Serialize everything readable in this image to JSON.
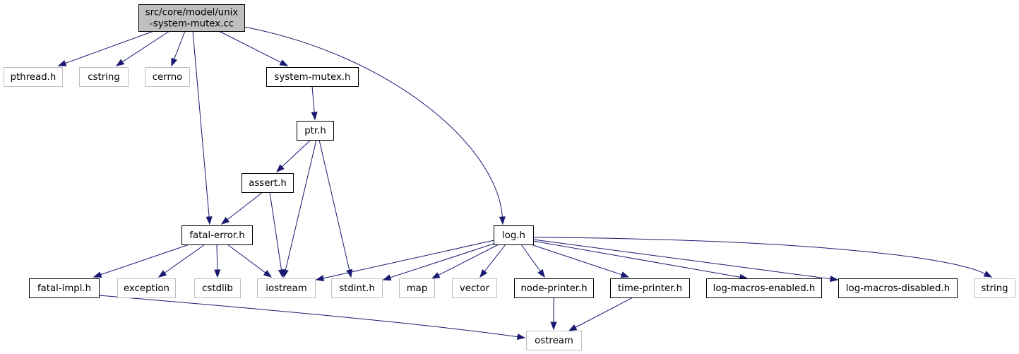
{
  "colors": {
    "edge": "#191970",
    "root_fill": "#bfbfbf",
    "local_border": "#000000",
    "system_border": "#bfbfbf"
  },
  "nodes": [
    {
      "id": "root",
      "kind": "root",
      "lines": [
        "src/core/model/unix",
        "-system-mutex.cc"
      ]
    },
    {
      "id": "pthread",
      "kind": "system",
      "lines": [
        "pthread.h"
      ]
    },
    {
      "id": "cstring",
      "kind": "system",
      "lines": [
        "cstring"
      ]
    },
    {
      "id": "cerrno",
      "kind": "system",
      "lines": [
        "cerrno"
      ]
    },
    {
      "id": "system_mutex",
      "kind": "local",
      "lines": [
        "system-mutex.h"
      ]
    },
    {
      "id": "ptr",
      "kind": "local",
      "lines": [
        "ptr.h"
      ]
    },
    {
      "id": "assert",
      "kind": "local",
      "lines": [
        "assert.h"
      ]
    },
    {
      "id": "fatal_error",
      "kind": "local",
      "lines": [
        "fatal-error.h"
      ]
    },
    {
      "id": "log",
      "kind": "local",
      "lines": [
        "log.h"
      ]
    },
    {
      "id": "fatal_impl",
      "kind": "local",
      "lines": [
        "fatal-impl.h"
      ]
    },
    {
      "id": "exception",
      "kind": "system",
      "lines": [
        "exception"
      ]
    },
    {
      "id": "cstdlib",
      "kind": "system",
      "lines": [
        "cstdlib"
      ]
    },
    {
      "id": "iostream",
      "kind": "system",
      "lines": [
        "iostream"
      ]
    },
    {
      "id": "stdint",
      "kind": "system",
      "lines": [
        "stdint.h"
      ]
    },
    {
      "id": "map",
      "kind": "system",
      "lines": [
        "map"
      ]
    },
    {
      "id": "vector",
      "kind": "system",
      "lines": [
        "vector"
      ]
    },
    {
      "id": "node_printer",
      "kind": "local",
      "lines": [
        "node-printer.h"
      ]
    },
    {
      "id": "time_printer",
      "kind": "local",
      "lines": [
        "time-printer.h"
      ]
    },
    {
      "id": "log_macros_enabled",
      "kind": "local",
      "lines": [
        "log-macros-enabled.h"
      ]
    },
    {
      "id": "log_macros_disabled",
      "kind": "local",
      "lines": [
        "log-macros-disabled.h"
      ]
    },
    {
      "id": "string",
      "kind": "system",
      "lines": [
        "string"
      ]
    },
    {
      "id": "ostream",
      "kind": "system",
      "lines": [
        "ostream"
      ]
    }
  ],
  "edges": [
    {
      "from": "root",
      "to": "pthread"
    },
    {
      "from": "root",
      "to": "cstring"
    },
    {
      "from": "root",
      "to": "cerrno"
    },
    {
      "from": "root",
      "to": "fatal_error"
    },
    {
      "from": "root",
      "to": "system_mutex"
    },
    {
      "from": "root",
      "to": "log"
    },
    {
      "from": "system_mutex",
      "to": "ptr"
    },
    {
      "from": "ptr",
      "to": "assert"
    },
    {
      "from": "ptr",
      "to": "iostream"
    },
    {
      "from": "ptr",
      "to": "stdint"
    },
    {
      "from": "assert",
      "to": "fatal_error"
    },
    {
      "from": "assert",
      "to": "iostream"
    },
    {
      "from": "fatal_error",
      "to": "fatal_impl"
    },
    {
      "from": "fatal_error",
      "to": "exception"
    },
    {
      "from": "fatal_error",
      "to": "cstdlib"
    },
    {
      "from": "fatal_error",
      "to": "iostream"
    },
    {
      "from": "fatal_impl",
      "to": "ostream"
    },
    {
      "from": "log",
      "to": "iostream"
    },
    {
      "from": "log",
      "to": "stdint"
    },
    {
      "from": "log",
      "to": "map"
    },
    {
      "from": "log",
      "to": "vector"
    },
    {
      "from": "log",
      "to": "node_printer"
    },
    {
      "from": "log",
      "to": "time_printer"
    },
    {
      "from": "log",
      "to": "log_macros_enabled"
    },
    {
      "from": "log",
      "to": "log_macros_disabled"
    },
    {
      "from": "log",
      "to": "string"
    },
    {
      "from": "node_printer",
      "to": "ostream"
    },
    {
      "from": "time_printer",
      "to": "ostream"
    }
  ]
}
